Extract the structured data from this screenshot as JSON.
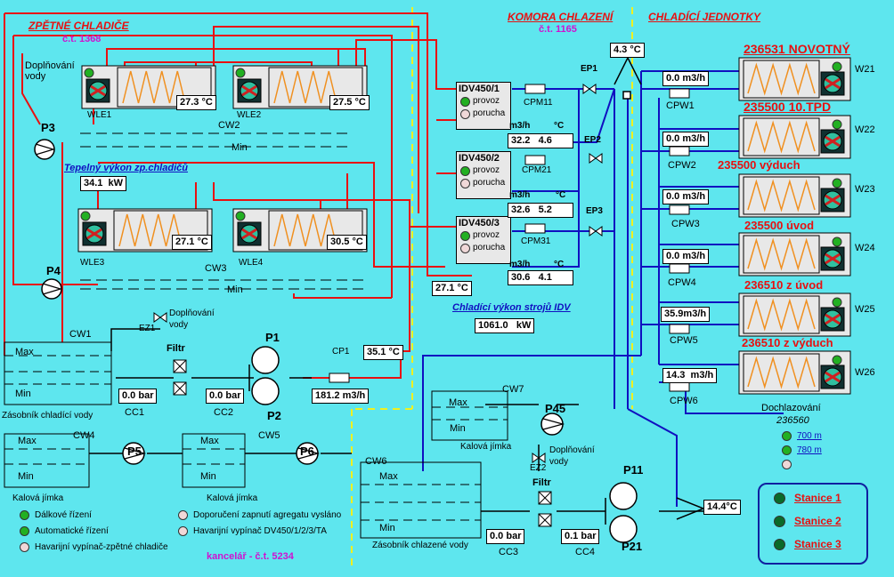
{
  "headers": {
    "coolers": "ZPĚTNÉ CHLADIČE",
    "coolers_ct": "č.t. 1368",
    "chamber": "KOMORA CHLAZENÍ",
    "chamber_ct": "č.t. 1165",
    "units": "CHLADÍCÍ JEDNOTKY",
    "office": "kancelář - č.t. 5234"
  },
  "coolers": {
    "refill_label": "Doplňování vody",
    "thermal_output_title": "Tepelný výkon zp.chladičů",
    "thermal_output_value": "34.1",
    "thermal_output_unit": "kW",
    "pump3": "P3",
    "pump4": "P4",
    "tank_cw2": "CW2",
    "tank_cw3": "CW3",
    "min": "Min",
    "units": [
      {
        "name": "WLE1",
        "temp": "27.3",
        "unit": "°C"
      },
      {
        "name": "WLE2",
        "temp": "27.5",
        "unit": "°C"
      },
      {
        "name": "WLE3",
        "temp": "27.1",
        "unit": "°C"
      },
      {
        "name": "WLE4",
        "temp": "30.5",
        "unit": "°C"
      }
    ]
  },
  "chamber": {
    "top_temp": "4.3",
    "top_unit": "°C",
    "idv": [
      {
        "name": "IDV450/1",
        "ok": "provoz",
        "fault": "porucha",
        "flow_unit": "m3/h",
        "temp_unit": "°C",
        "flow": "32.2",
        "temp": "4.6",
        "cpm": "CPM11",
        "ep": "EP1"
      },
      {
        "name": "IDV450/2",
        "ok": "provoz",
        "fault": "porucha",
        "flow_unit": "m3/h",
        "temp_unit": "°C",
        "flow": "32.6",
        "temp": "5.2",
        "cpm": "CPM21",
        "ep": "EP2"
      },
      {
        "name": "IDV450/3",
        "ok": "provoz",
        "fault": "porucha",
        "flow_unit": "m3/h",
        "temp_unit": "°C",
        "flow": "30.6",
        "temp": "4.1",
        "cpm": "CPM31",
        "ep": "EP3"
      }
    ],
    "return_temp": "27.1",
    "return_unit": "°C",
    "cooling_power_title": "Chladící výkon strojů IDV",
    "cooling_power_value": "1061.0",
    "cooling_power_unit": "kW"
  },
  "units": {
    "list": [
      {
        "title": "236531 NOVOTNÝ",
        "id": "W21",
        "flow": "0.0",
        "flow_unit": "m3/h",
        "cpw": "CPW1"
      },
      {
        "title": "235500 10.TPD",
        "id": "W22",
        "flow": "0.0",
        "flow_unit": "m3/h",
        "cpw": "CPW2"
      },
      {
        "title": "235500 výduch",
        "id": "W23",
        "flow": "0.0",
        "flow_unit": "m3/h",
        "cpw": "CPW3"
      },
      {
        "title": "235500 úvod",
        "id": "W24",
        "flow": "0.0",
        "flow_unit": "m3/h",
        "cpw": "CPW4"
      },
      {
        "title": "236510 z úvod",
        "id": "W25",
        "flow": "35.9",
        "flow_unit": "m3/h",
        "cpw": "CPW5"
      },
      {
        "title": "236510 z výduch",
        "id": "W26",
        "flow": "14.3",
        "flow_unit": "m3/h",
        "cpw": "CPW6"
      }
    ],
    "aux_title": "Dochlazování",
    "aux_number": "236560",
    "aux_items": [
      "700 m",
      "780 m"
    ],
    "stations": [
      "Stanice 1",
      "Stanice 2",
      "Stanice 3"
    ]
  },
  "storage": {
    "cw1": "CW1",
    "max": "Max",
    "min": "Min",
    "tank_label": "Zásobník chladící vody",
    "ez1": "EZ1",
    "refill": "Doplňování vody",
    "filter": "Filtr",
    "cc1_val": "0.0",
    "cc1_unit": "bar",
    "cc1": "CC1",
    "cc2_val": "0.0",
    "cc2_unit": "bar",
    "cc2": "CC2",
    "p1": "P1",
    "p2": "P2",
    "cp1": "CP1",
    "flow_val": "181.2",
    "flow_unit": "m3/h",
    "temp_val": "35.1",
    "temp_unit": "°C",
    "cw4": "CW4",
    "cw5": "CW5",
    "p5": "P5",
    "p6": "P6",
    "sump": "Kalová jímka"
  },
  "chilled": {
    "cw6": "CW6",
    "cw7": "CW7",
    "p45": "P45",
    "sump": "Kalová jímka",
    "ez2": "EZ2",
    "refill": "Doplňování vody",
    "filter": "Filtr",
    "tank_label": "Zásobník chlazené vody",
    "cc3_val": "0.0",
    "cc3_unit": "bar",
    "cc3": "CC3",
    "cc4_val": "0.1",
    "cc4_unit": "bar",
    "cc4": "CC4",
    "p11": "P11",
    "p21": "P21",
    "out_temp": "14.4",
    "out_unit": "°C",
    "max": "Max",
    "min": "Min"
  },
  "legend": [
    {
      "color": "#22b022",
      "text": "Dálkové řízení"
    },
    {
      "color": "#22b022",
      "text": "Automatické řízení"
    },
    {
      "color": "#f0d8d8",
      "text": "Havarijní vypínač-zpětné chladiče"
    },
    {
      "color": "#f0d8d8",
      "text": "Doporučení zapnutí agregatu vysláno"
    },
    {
      "color": "#f0d8d8",
      "text": "Havarijní vypínač DV450/1/2/3/TA"
    }
  ],
  "colors": {
    "background": "#5ee6ee",
    "red_pipe": "#e81010",
    "blue_pipe": "#1010c0",
    "yellow_divider": "#f0f020"
  }
}
